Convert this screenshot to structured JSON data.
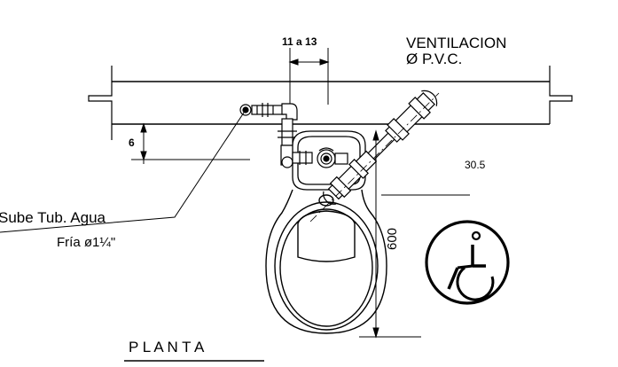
{
  "labels": {
    "dim_11_13": "11  a  13",
    "ventilation_line1": "VENTILACION",
    "ventilation_line2": "Ø P.V.C.",
    "dim_6": "6",
    "dim_30_5": "30.5",
    "dim_600": "600",
    "water_line1": "Sube Tub. Agua",
    "water_line2": "Fría ø1¼\"",
    "plan_title": "P L A N T A"
  },
  "icons": {
    "accessibility": "wheelchair-symbol"
  },
  "colors": {
    "line": "#000000",
    "background": "#ffffff"
  }
}
